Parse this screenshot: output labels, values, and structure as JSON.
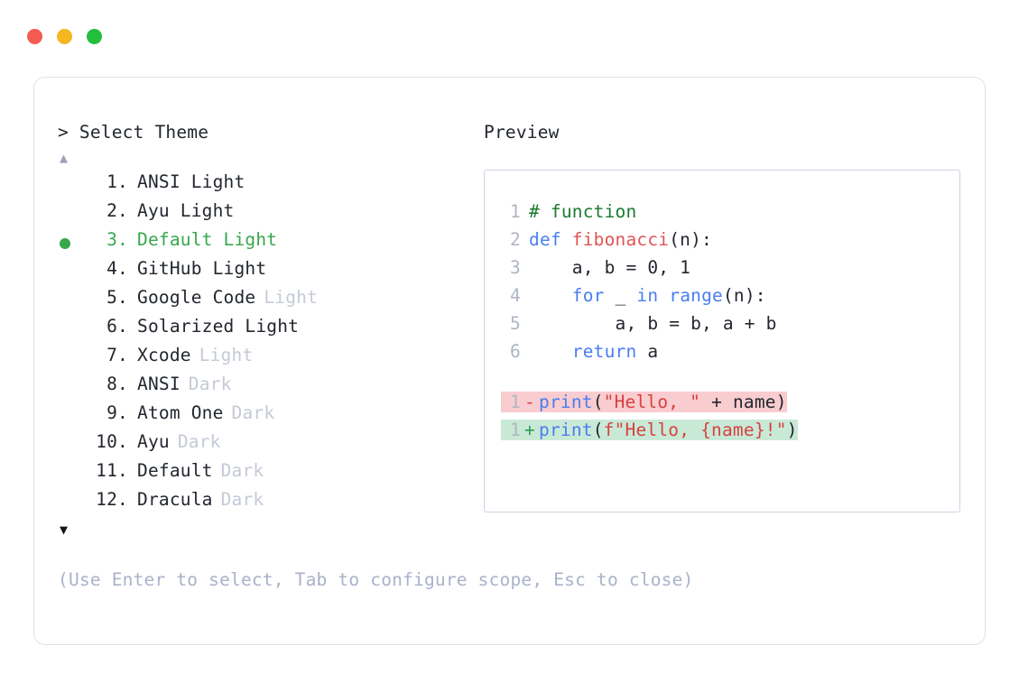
{
  "window": {
    "traffic_lights": [
      {
        "name": "close",
        "color": "#f45b52"
      },
      {
        "name": "minimize",
        "color": "#f5b622"
      },
      {
        "name": "maximize",
        "color": "#22bf3d"
      }
    ]
  },
  "prompt": {
    "heading": "> Select Theme",
    "scroll_up_icon": "▲",
    "scroll_down_icon": "▼",
    "hint": "(Use Enter to select, Tab to configure scope, Esc to close)"
  },
  "theme_list": {
    "selected_index": 3,
    "selected_marker": "●",
    "accent_color": "#37a74c",
    "variant_color": "#c4cad6",
    "items": [
      {
        "index": "1.",
        "label": "ANSI Light",
        "variant": "",
        "selected": false
      },
      {
        "index": "2.",
        "label": "Ayu Light",
        "variant": "",
        "selected": false
      },
      {
        "index": "3.",
        "label": "Default Light",
        "variant": "",
        "selected": true
      },
      {
        "index": "4.",
        "label": "GitHub Light",
        "variant": "",
        "selected": false
      },
      {
        "index": "5.",
        "label": "Google Code",
        "variant": "Light",
        "selected": false
      },
      {
        "index": "6.",
        "label": "Solarized Light",
        "variant": "",
        "selected": false
      },
      {
        "index": "7.",
        "label": "Xcode",
        "variant": "Light",
        "selected": false
      },
      {
        "index": "8.",
        "label": "ANSI",
        "variant": "Dark",
        "selected": false
      },
      {
        "index": "9.",
        "label": "Atom One",
        "variant": "Dark",
        "selected": false
      },
      {
        "index": "10.",
        "label": "Ayu",
        "variant": "Dark",
        "selected": false
      },
      {
        "index": "11.",
        "label": "Default",
        "variant": "Dark",
        "selected": false
      },
      {
        "index": "12.",
        "label": "Dracula",
        "variant": "Dark",
        "selected": false
      }
    ]
  },
  "preview": {
    "heading": "Preview",
    "code_lines": [
      {
        "number": "1",
        "tokens": [
          {
            "text": "# function",
            "type": "comment"
          }
        ]
      },
      {
        "number": "2",
        "tokens": [
          {
            "text": "def ",
            "type": "keyword"
          },
          {
            "text": "fibonacci",
            "type": "func"
          },
          {
            "text": "(n):",
            "type": "punct"
          }
        ]
      },
      {
        "number": "3",
        "tokens": [
          {
            "text": "    a, b = 0, 1",
            "type": "plain"
          }
        ]
      },
      {
        "number": "4",
        "tokens": [
          {
            "text": "    ",
            "type": "plain"
          },
          {
            "text": "for",
            "type": "keyword"
          },
          {
            "text": " _ ",
            "type": "plain"
          },
          {
            "text": "in ",
            "type": "keyword"
          },
          {
            "text": "range",
            "type": "builtin"
          },
          {
            "text": "(n):",
            "type": "punct"
          }
        ]
      },
      {
        "number": "5",
        "tokens": [
          {
            "text": "        a, b = b, a + b",
            "type": "plain"
          }
        ]
      },
      {
        "number": "6",
        "tokens": [
          {
            "text": "    ",
            "type": "plain"
          },
          {
            "text": "return",
            "type": "keyword"
          },
          {
            "text": " a",
            "type": "plain"
          }
        ]
      }
    ],
    "diff": {
      "removed_bg": "#f9ccd0",
      "added_bg": "#c9e9d7",
      "lines": [
        {
          "number": "1",
          "marker": "-",
          "kind": "removed",
          "tokens": [
            {
              "text": "print",
              "type": "builtin"
            },
            {
              "text": "(",
              "type": "punct"
            },
            {
              "text": "\"Hello, \"",
              "type": "string"
            },
            {
              "text": " + name)",
              "type": "plain"
            }
          ]
        },
        {
          "number": "1",
          "marker": "+",
          "kind": "added",
          "tokens": [
            {
              "text": "print",
              "type": "builtin"
            },
            {
              "text": "(",
              "type": "punct"
            },
            {
              "text": "f\"Hello, {name}!\"",
              "type": "string"
            },
            {
              "text": ")",
              "type": "punct"
            }
          ]
        }
      ]
    }
  }
}
